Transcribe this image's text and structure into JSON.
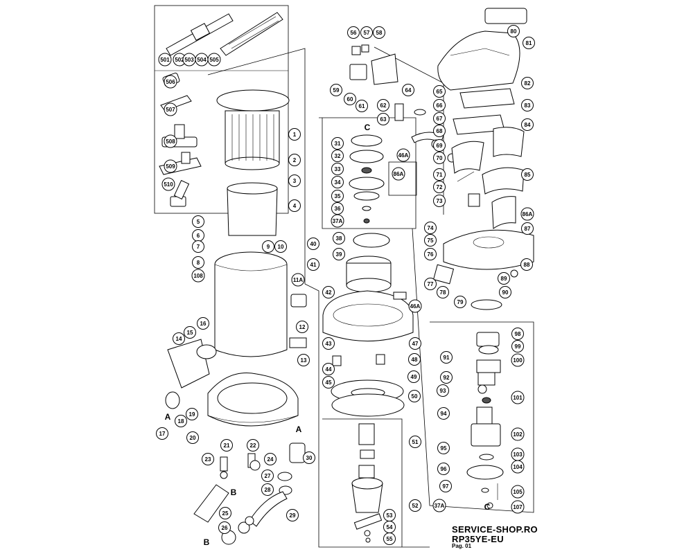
{
  "callouts": [
    "501",
    "502",
    "503",
    "504",
    "505",
    "506",
    "507",
    "508",
    "509",
    "510",
    "1",
    "2",
    "3",
    "4",
    "5",
    "6",
    "7",
    "8",
    "9",
    "10",
    "108",
    "11A",
    "12",
    "13",
    "14",
    "15",
    "16",
    "17",
    "18",
    "19",
    "20",
    "21",
    "22",
    "23",
    "24",
    "25",
    "26",
    "27",
    "28",
    "29",
    "30",
    "31",
    "32",
    "33",
    "34",
    "35",
    "36",
    "37A",
    "38",
    "39",
    "40",
    "41",
    "42",
    "43",
    "44",
    "45",
    "46A",
    "47",
    "48",
    "49",
    "50",
    "51",
    "52",
    "53",
    "54",
    "55",
    "56",
    "57",
    "58",
    "59",
    "60",
    "61",
    "62",
    "63",
    "64",
    "65",
    "66",
    "67",
    "68",
    "69",
    "70",
    "71",
    "72",
    "73",
    "74",
    "75",
    "76",
    "77",
    "78",
    "79",
    "80",
    "81",
    "82",
    "83",
    "84",
    "85",
    "86A",
    "87",
    "88",
    "89",
    "90",
    "91",
    "92",
    "93",
    "94",
    "95",
    "96",
    "97",
    "98",
    "99",
    "100",
    "101",
    "102",
    "103",
    "104",
    "105",
    "107",
    "37A",
    "46A",
    "86A"
  ],
  "reference_letters": [
    "A",
    "A",
    "B",
    "B",
    "C",
    "C"
  ],
  "footer": {
    "shop": "SERVICE-SHOP.RO",
    "model": "RP35YE-EU",
    "page": "Pag. 01"
  }
}
